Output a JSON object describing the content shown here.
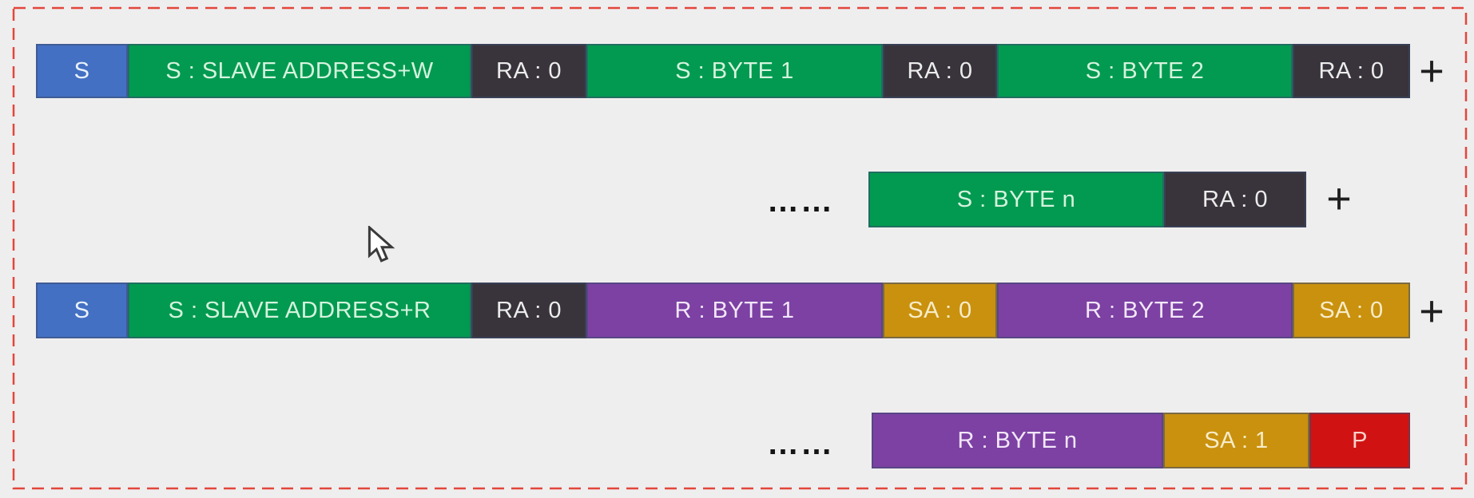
{
  "diagram": {
    "background": "#efeeee",
    "border_color": "#e2463c",
    "plus_sign": "+",
    "ellipsis": "……",
    "colors": {
      "start_condition": "#4470c3",
      "master_write_data": "#029a50",
      "ack_after_write": "#39343b",
      "master_read_data": "#7c41a3",
      "ack_after_read": "#c9910e",
      "stop_condition": "#d01312"
    },
    "rows": [
      {
        "name": "write-frame-start",
        "has_ellipsis": false,
        "has_plus": true,
        "segments": [
          {
            "label": "S",
            "type": "start"
          },
          {
            "label": "S : SLAVE ADDRESS+W",
            "type": "send-data"
          },
          {
            "label": "RA : 0",
            "type": "recv-ack"
          },
          {
            "label": "S : BYTE 1",
            "type": "send-data"
          },
          {
            "label": "RA : 0",
            "type": "recv-ack"
          },
          {
            "label": "S : BYTE 2",
            "type": "send-data"
          },
          {
            "label": "RA : 0",
            "type": "recv-ack"
          }
        ]
      },
      {
        "name": "write-frame-continuation",
        "has_ellipsis": true,
        "has_plus": true,
        "segments": [
          {
            "label": "S : BYTE n",
            "type": "send-data"
          },
          {
            "label": "RA : 0",
            "type": "recv-ack"
          }
        ]
      },
      {
        "name": "read-frame-start",
        "has_ellipsis": false,
        "has_plus": true,
        "segments": [
          {
            "label": "S",
            "type": "start"
          },
          {
            "label": "S : SLAVE ADDRESS+R",
            "type": "send-data"
          },
          {
            "label": "RA : 0",
            "type": "recv-ack"
          },
          {
            "label": "R : BYTE 1",
            "type": "read-data"
          },
          {
            "label": "SA : 0",
            "type": "send-ack"
          },
          {
            "label": "R : BYTE 2",
            "type": "read-data"
          },
          {
            "label": "SA : 0",
            "type": "send-ack"
          }
        ]
      },
      {
        "name": "read-frame-continuation",
        "has_ellipsis": true,
        "has_plus": false,
        "segments": [
          {
            "label": "R : BYTE n",
            "type": "read-data"
          },
          {
            "label": "SA : 1",
            "type": "send-ack"
          },
          {
            "label": "P",
            "type": "stop"
          }
        ]
      }
    ]
  }
}
